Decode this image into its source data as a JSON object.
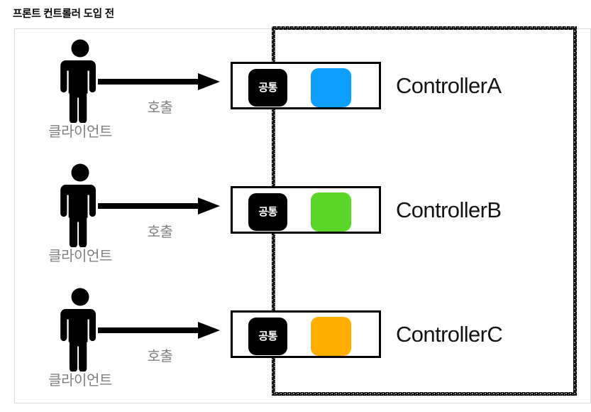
{
  "title": "프론트 컨트롤러 도입 전",
  "colors": {
    "controller_a_chip": "#0D9FFB",
    "controller_b_chip": "#5BD52A",
    "controller_c_chip": "#FFAE00",
    "common_chip_bg": "#000000",
    "label_gray": "#808080",
    "outline_black": "#000000",
    "frame_gray": "#D8D8D8"
  },
  "outer_frame": {
    "name": "diagram-canvas"
  },
  "server_boundary": {
    "name": "server-boundary",
    "style": "sketchy-dashed"
  },
  "rows": [
    {
      "client": {
        "icon": "person-icon",
        "label": "클라이언트"
      },
      "arrow": {
        "icon": "arrow-right-icon",
        "label": "호출"
      },
      "controller": {
        "common_label": "공통",
        "chip_color": "#0D9FFB",
        "name": "ControllerA"
      }
    },
    {
      "client": {
        "icon": "person-icon",
        "label": "클라이언트"
      },
      "arrow": {
        "icon": "arrow-right-icon",
        "label": "호출"
      },
      "controller": {
        "common_label": "공통",
        "chip_color": "#5BD52A",
        "name": "ControllerB"
      }
    },
    {
      "client": {
        "icon": "person-icon",
        "label": "클라이언트"
      },
      "arrow": {
        "icon": "arrow-right-icon",
        "label": "호출"
      },
      "controller": {
        "common_label": "공통",
        "chip_color": "#FFAE00",
        "name": "ControllerC"
      }
    }
  ]
}
